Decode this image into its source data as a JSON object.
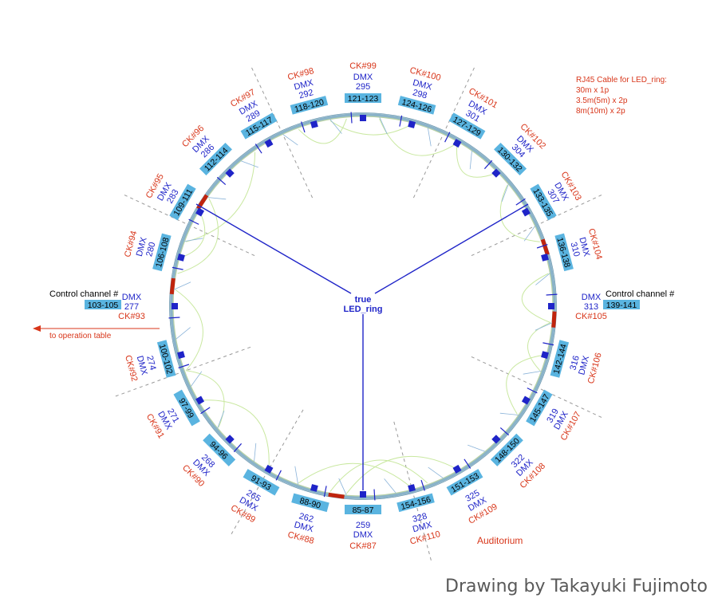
{
  "center_label": [
    "true",
    "LED_ring"
  ],
  "note": [
    "RJ45 Cable for LED_ring:",
    "30m x 1p",
    "3.5m(5m) x 2p",
    "8m(10m) x 2p"
  ],
  "control_left": {
    "header": "Control channel #",
    "range": "103-105",
    "dmx": "DMX",
    "dmx_num": "277",
    "ck": "CK#93"
  },
  "control_right": {
    "header": "Control channel #",
    "range": "139-141",
    "dmx": "DMX",
    "dmx_num": "313",
    "ck": "CK#105"
  },
  "operation_label": "to operation table",
  "auditorium_label": "Auditorium",
  "credit": "Drawing by Takayuki Fujimoto",
  "nodes": [
    {
      "ck": "CK#87",
      "dmx": "DMX",
      "dmx_num": "259",
      "range": "85-87"
    },
    {
      "ck": "CK#88",
      "dmx": "DMX",
      "dmx_num": "262",
      "range": "88-90"
    },
    {
      "ck": "CK#89",
      "dmx": "DMX",
      "dmx_num": "265",
      "range": "91-93"
    },
    {
      "ck": "CK#90",
      "dmx": "DMX",
      "dmx_num": "268",
      "range": "94-96"
    },
    {
      "ck": "CK#91",
      "dmx": "DMX",
      "dmx_num": "271",
      "range": "97-99"
    },
    {
      "ck": "CK#92",
      "dmx": "DMX",
      "dmx_num": "274",
      "range": "100-102"
    },
    {
      "ck": "CK#94",
      "dmx": "DMX",
      "dmx_num": "280",
      "range": "106-108"
    },
    {
      "ck": "CK#95",
      "dmx": "DMX",
      "dmx_num": "283",
      "range": "109-111"
    },
    {
      "ck": "CK#96",
      "dmx": "DMX",
      "dmx_num": "286",
      "range": "112-114"
    },
    {
      "ck": "CK#97",
      "dmx": "DMX",
      "dmx_num": "289",
      "range": "115-117"
    },
    {
      "ck": "CK#98",
      "dmx": "DMX",
      "dmx_num": "292",
      "range": "118-120"
    },
    {
      "ck": "CK#99",
      "dmx": "DMX",
      "dmx_num": "295",
      "range": "121-123"
    },
    {
      "ck": "CK#100",
      "dmx": "DMX",
      "dmx_num": "298",
      "range": "124-126"
    },
    {
      "ck": "CK#101",
      "dmx": "DMX",
      "dmx_num": "301",
      "range": "127-129"
    },
    {
      "ck": "CK#102",
      "dmx": "DMX",
      "dmx_num": "304",
      "range": "130-132"
    },
    {
      "ck": "CK#103",
      "dmx": "DMX",
      "dmx_num": "307",
      "range": "133-135"
    },
    {
      "ck": "CK#104",
      "dmx": "DMX",
      "dmx_num": "310",
      "range": "136-138"
    },
    {
      "ck": "CK#106",
      "dmx": "DMX",
      "dmx_num": "316",
      "range": "142-144"
    },
    {
      "ck": "CK#107",
      "dmx": "DMX",
      "dmx_num": "319",
      "range": "145-147"
    },
    {
      "ck": "CK#108",
      "dmx": "DMX",
      "dmx_num": "322",
      "range": "148-150"
    },
    {
      "ck": "CK#109",
      "dmx": "DMX",
      "dmx_num": "325",
      "range": "151-153"
    },
    {
      "ck": "CK#110",
      "dmx": "DMX",
      "dmx_num": "328",
      "range": "154-156"
    }
  ],
  "colors": {
    "ck": "#d8361a",
    "dmx": "#1f24c8",
    "range_box": "#5ab4e0",
    "ring": "#8ab3c9",
    "ring_inner": "#b9d2a6",
    "cable": "#c9e8a0",
    "splice": "#c0240e",
    "zone_line": "#999999"
  }
}
